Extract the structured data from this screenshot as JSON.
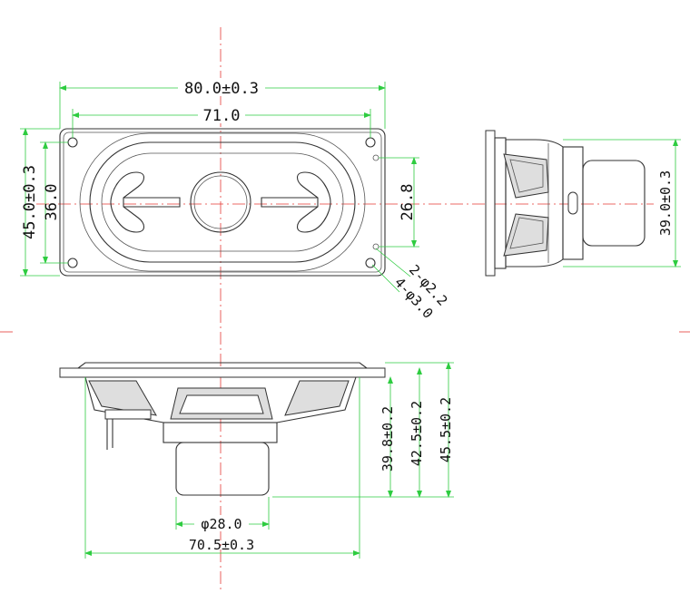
{
  "dimensions": {
    "overall_width": "80.0±0.3",
    "mount_hole_spacing_x": "71.0",
    "overall_height": "45.0±0.3",
    "mount_hole_spacing_y": "36.0",
    "terminal_spacing": "26.8",
    "terminal_holes": "2-φ2.2",
    "mount_holes": "4-φ3.0",
    "side_height": "39.0±0.3",
    "height_1": "39.8±0.2",
    "height_2": "42.5±0.2",
    "height_3": "45.5±0.2",
    "magnet_diameter": "φ28.0",
    "frame_width": "70.5±0.3"
  },
  "colors": {
    "dimension_line": "#2ecc40",
    "center_line": "#e53935",
    "outline": "#333333"
  }
}
